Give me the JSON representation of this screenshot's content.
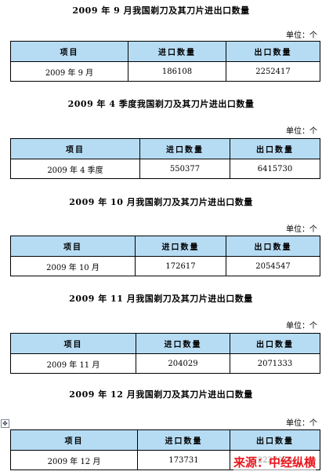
{
  "watermark": "来源：中经纵横",
  "sections": [
    {
      "title": "2009 年 9 月我国剃刀及其刀片进出口数量",
      "unit": "单位：个",
      "headers": [
        "项目",
        "进口数量",
        "出口数量"
      ],
      "row": [
        "2009 年 9 月",
        "186108",
        "2252417"
      ]
    },
    {
      "title": "2009 年 4 季度我国剃刀及其刀片进出口数量",
      "unit": "单位：个",
      "headers": [
        "项目",
        "进口数量",
        "出口数量"
      ],
      "row": [
        "2009 年 4 季度",
        "550377",
        "6415730"
      ]
    },
    {
      "title": "2009 年 10 月我国剃刀及其刀片进出口数量",
      "unit": "单位：个",
      "headers": [
        "项目",
        "进口数量",
        "出口数量"
      ],
      "row": [
        "2009 年 10 月",
        "172617",
        "2054547"
      ]
    },
    {
      "title": "2009 年 11 月我国剃刀及其刀片进出口数量",
      "unit": "单位：个",
      "headers": [
        "项目",
        "进口数量",
        "出口数量"
      ],
      "row": [
        "2009 年 11 月",
        "204029",
        "2071333"
      ]
    },
    {
      "title": "2009 年 12 月我国剃刀及其刀片进出口数量",
      "unit": "单位：个",
      "headers": [
        "项目",
        "进口数量",
        "出口数量"
      ],
      "row": [
        "2009 年 12 月",
        "173731",
        "2237070"
      ]
    }
  ]
}
